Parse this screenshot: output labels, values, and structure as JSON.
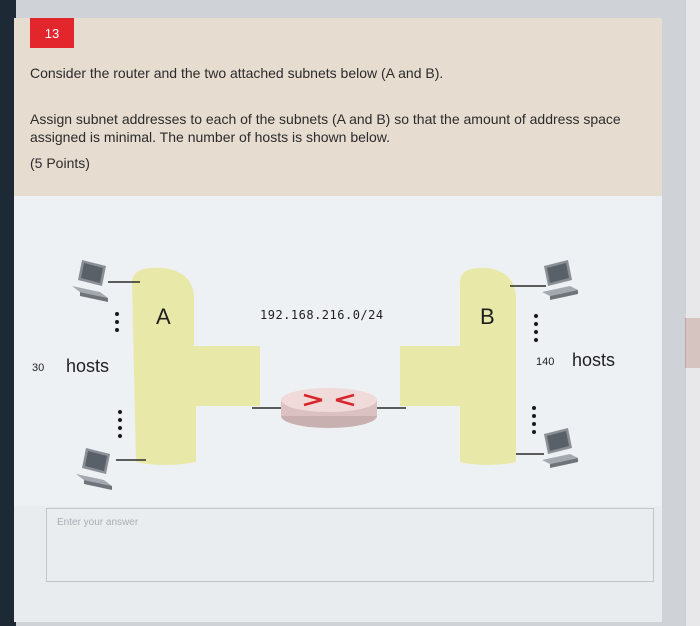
{
  "question": {
    "number": "13",
    "line1": "Consider the router and the two attached subnets below (A and B).",
    "line2": "Assign subnet addresses to each of the subnets (A and B) so that the amount of address space assigned is minimal. The number of hosts is shown below.",
    "points": "(5 Points)"
  },
  "diagram": {
    "subnet_a": "A",
    "subnet_b": "B",
    "network": "192.168.216.0/24",
    "hosts_a_count": "30",
    "hosts_a_word": "hosts",
    "hosts_b_count": "140",
    "hosts_b_word": "hosts",
    "icons": [
      "computer-icon",
      "router-icon",
      "ellipsis-icon"
    ]
  },
  "answer": {
    "placeholder": "Enter your answer"
  },
  "colors": {
    "badge": "#e2262c",
    "subnet_fill": "#e8e9a8",
    "router": "#e8cfcf",
    "router_arrows": "#d9262c"
  }
}
